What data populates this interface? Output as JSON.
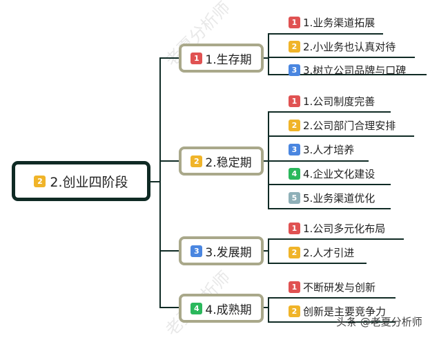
{
  "colors": {
    "red": "#e05252",
    "yellow": "#f0b429",
    "blue": "#4a86e0",
    "green": "#2bb85c",
    "gray": "#8fb0b8"
  },
  "root": {
    "badge": "2",
    "badge_color": "yellow",
    "label": "2.创业四阶段"
  },
  "stages": [
    {
      "badge": "1",
      "badge_color": "red",
      "label": "1.生存期",
      "items": [
        {
          "badge": "1",
          "badge_color": "red",
          "label": "1.业务渠道拓展"
        },
        {
          "badge": "2",
          "badge_color": "yellow",
          "label": "2.小业务也认真对待"
        },
        {
          "badge": "3",
          "badge_color": "blue",
          "label": "3.树立公司品牌与口碑"
        }
      ]
    },
    {
      "badge": "2",
      "badge_color": "yellow",
      "label": "2.稳定期",
      "items": [
        {
          "badge": "1",
          "badge_color": "red",
          "label": "1.公司制度完善"
        },
        {
          "badge": "2",
          "badge_color": "yellow",
          "label": "2.公司部门合理安排"
        },
        {
          "badge": "3",
          "badge_color": "blue",
          "label": "3.人才培养"
        },
        {
          "badge": "4",
          "badge_color": "green",
          "label": "4.企业文化建设"
        },
        {
          "badge": "5",
          "badge_color": "gray",
          "label": "5.业务渠道优化"
        }
      ]
    },
    {
      "badge": "3",
      "badge_color": "blue",
      "label": "3.发展期",
      "items": [
        {
          "badge": "1",
          "badge_color": "red",
          "label": "1.公司多元化布局"
        },
        {
          "badge": "2",
          "badge_color": "yellow",
          "label": "2.人才引进"
        }
      ]
    },
    {
      "badge": "4",
      "badge_color": "green",
      "label": "4.成熟期",
      "items": [
        {
          "badge": "1",
          "badge_color": "red",
          "label": "不断研发与创新"
        },
        {
          "badge": "2",
          "badge_color": "yellow",
          "label": "创新是主要竞争力"
        }
      ]
    }
  ],
  "watermark": "老夏分析师",
  "credit": "头条 @老夏分析师"
}
